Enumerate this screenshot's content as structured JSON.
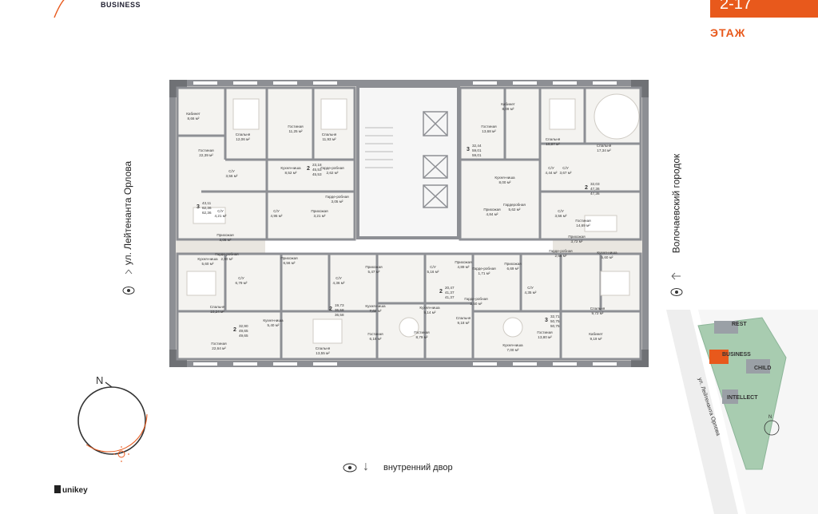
{
  "header": {
    "brand": "BUSINESS",
    "floor_range": "2-17",
    "floor_label": "ЭТАЖ"
  },
  "colors": {
    "accent": "#e8591c",
    "wall": "#8d8f94",
    "wall_dark": "#6f7175",
    "flat_fill": "#f4f3f0",
    "floor_fill": "#e9e6e0",
    "green": "#a8ccb0"
  },
  "streets": {
    "left": "ул. Лейтенанта Орлова",
    "right": "Волочаевский городок",
    "bottom": "внутренний двор"
  },
  "compass": {
    "north": "N"
  },
  "footer": {
    "brand": "unikey"
  },
  "minimap": {
    "labels": [
      "REST",
      "BUSINESS",
      "CHILD",
      "INTELLECT"
    ],
    "street": "ул. Лейтенанта Орлова"
  },
  "rooms": [
    {
      "name": "Кабинет",
      "area": "8,66 м²"
    },
    {
      "name": "Спальня",
      "area": "12,06 м²"
    },
    {
      "name": "Гостиная",
      "area": "11,25 м²"
    },
    {
      "name": "Спальня",
      "area": "11,93 м²"
    },
    {
      "name": "Гостиная",
      "area": "22,39 м²"
    },
    {
      "name": "С/У",
      "area": "3,56 м²"
    },
    {
      "name": "Кухня-ниша",
      "area": "8,52 м²"
    },
    {
      "name": "Гарде-робная",
      "area": "2,62 м²"
    },
    {
      "name": "С/У",
      "area": "4,21 м²"
    },
    {
      "name": "С/У",
      "area": "4,95 м²"
    },
    {
      "name": "Прихожая",
      "area": "3,21 м²"
    },
    {
      "name": "Гарде-робная",
      "area": "3,05 м²"
    },
    {
      "name": "Прихожая",
      "area": "3,08 м²"
    },
    {
      "name": "Кухня-ниша",
      "area": "5,60 м²"
    },
    {
      "name": "Гарде-робная",
      "area": "2,80 м²"
    },
    {
      "name": "Прихожая",
      "area": "6,56 м²"
    },
    {
      "name": "С/У",
      "area": "6,79 м²"
    },
    {
      "name": "С/У",
      "area": "4,36 м²"
    },
    {
      "name": "Прихожая",
      "area": "5,47 м²"
    },
    {
      "name": "С/У",
      "area": "5,16 м²"
    },
    {
      "name": "Прихожая",
      "area": "4,89 м²"
    },
    {
      "name": "Гарде-робная",
      "area": "1,71 м²"
    },
    {
      "name": "Прихожая",
      "area": "6,69 м²"
    },
    {
      "name": "Спальня",
      "area": "10,24 м²"
    },
    {
      "name": "Кухня-ниша",
      "area": "5,40 м²"
    },
    {
      "name": "Кухня-ниша",
      "area": "7,02 м²"
    },
    {
      "name": "Кухня-ниша",
      "area": "9,14 м²"
    },
    {
      "name": "Гарде-робная",
      "area": "2,50 м²"
    },
    {
      "name": "Спальня",
      "area": "9,18 м²"
    },
    {
      "name": "Гостиная",
      "area": "22,64 м²"
    },
    {
      "name": "Гостиная",
      "area": "6,18 м²"
    },
    {
      "name": "Спальня",
      "area": "13,55 м²"
    },
    {
      "name": "Гостиная",
      "area": "8,79 м²"
    },
    {
      "name": "Кухня-ниша",
      "area": "7,00 м²"
    },
    {
      "name": "Гостиная",
      "area": "13,80 м²"
    },
    {
      "name": "С/У",
      "area": "4,35 м²"
    },
    {
      "name": "Спальня",
      "area": "9,72 м²"
    },
    {
      "name": "Кабинет",
      "area": "9,19 м²"
    },
    {
      "name": "Кабинет",
      "area": "8,09 м²"
    },
    {
      "name": "Гостиная",
      "area": "13,68 м²"
    },
    {
      "name": "Спальня",
      "area": "10,87 м²"
    },
    {
      "name": "Спальня",
      "area": "17,34 м²"
    },
    {
      "name": "С/У",
      "area": "4,44 м²"
    },
    {
      "name": "С/У",
      "area": "3,67 м²"
    },
    {
      "name": "Кухня-ниша",
      "area": "8,00 м²"
    },
    {
      "name": "Гардеробная",
      "area": "5,62 м²"
    },
    {
      "name": "Прихожая",
      "area": "4,84 м²"
    },
    {
      "name": "С/У",
      "area": "3,56 м²"
    },
    {
      "name": "Гостиная",
      "area": "14,69 м²"
    },
    {
      "name": "Прихожая",
      "area": "3,72 м²"
    },
    {
      "name": "Гарде-робная",
      "area": "2,65 м²"
    },
    {
      "name": "Кухня-ниша",
      "area": "5,60 м²"
    }
  ],
  "flats": [
    {
      "rooms": "3",
      "a": "43,11",
      "b": "62,36",
      "c": "62,36"
    },
    {
      "rooms": "2",
      "a": "23,18",
      "b": "45,53",
      "c": "45,53"
    },
    {
      "rooms": "2",
      "a": "32,90",
      "b": "49,65",
      "c": "49,65"
    },
    {
      "rooms": "2",
      "a": "19,73",
      "b": "36,58",
      "c": "36,58"
    },
    {
      "rooms": "2",
      "a": "20,47",
      "b": "41,37",
      "c": "41,37"
    },
    {
      "rooms": "3",
      "a": "32,71",
      "b": "50,75",
      "c": "50,75"
    },
    {
      "rooms": "3",
      "a": "32,44",
      "b": "59,01",
      "c": "59,01"
    },
    {
      "rooms": "2",
      "a": "32,03",
      "b": "47,36",
      "c": "47,36"
    }
  ]
}
